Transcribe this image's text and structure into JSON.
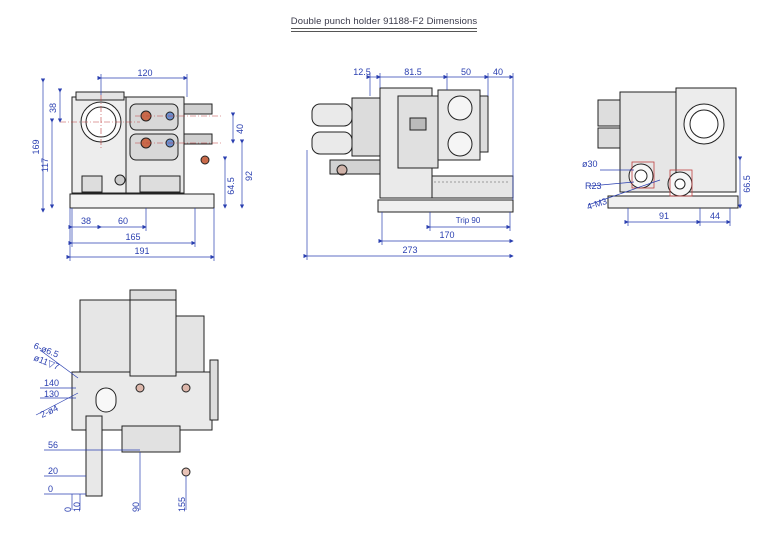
{
  "title": "Double punch holder 91188-F2 Dimensions",
  "front_view": {
    "width_top": "120",
    "h_38": "38",
    "h_169": "169",
    "h_117": "117",
    "h_40": "40",
    "h_92": "92",
    "h_64_5": "64.5",
    "w_38": "38",
    "w_60": "60",
    "w_165": "165",
    "w_191": "191"
  },
  "side_view": {
    "w_12_5": "12.5",
    "w_81_5": "81.5",
    "w_50": "50",
    "w_40": "40",
    "trip": "Trip 90",
    "w_170": "170",
    "w_273": "273"
  },
  "rear_view": {
    "d_30": "ø30",
    "r_23": "R23",
    "m3": "4-M3",
    "h_66_5": "66.5",
    "w_91": "91",
    "w_44": "44"
  },
  "bottom_view": {
    "holes_1": "6-ø6.5",
    "holes_2": "ø11▽7",
    "y_140": "140",
    "y_130": "130",
    "holes_3": "2-ø4",
    "y_56": "56",
    "y_20": "20",
    "y_0": "0",
    "x_0": "0",
    "x_10": "10",
    "x_90": "90",
    "x_155": "155"
  }
}
